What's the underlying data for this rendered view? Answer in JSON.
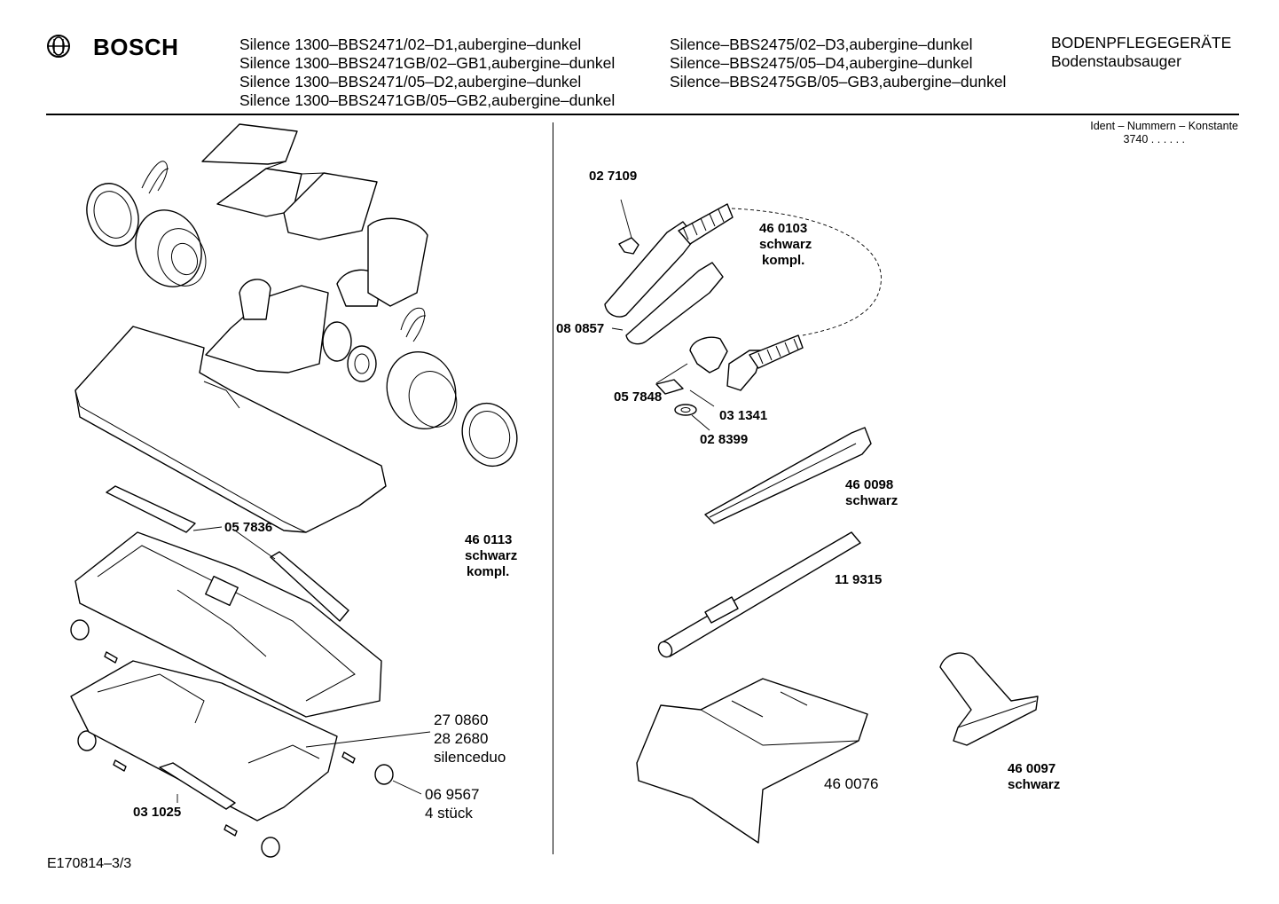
{
  "header": {
    "brand": "BOSCH",
    "models_left": [
      "Silence 1300–BBS2471/02–D1,aubergine–dunkel",
      "Silence 1300–BBS2471GB/02–GB1,aubergine–dunkel",
      "Silence 1300–BBS2471/05–D2,aubergine–dunkel",
      "Silence 1300–BBS2471GB/05–GB2,aubergine–dunkel"
    ],
    "models_right": [
      "Silence–BBS2475/02–D3,aubergine–dunkel",
      "Silence–BBS2475/05–D4,aubergine–dunkel",
      "Silence–BBS2475GB/05–GB3,aubergine–dunkel"
    ],
    "category": "BODENPFLEGEGERÄTE",
    "subcategory": "Bodenstaubsauger"
  },
  "ident": {
    "label": "Ident – Nummern – Konstante",
    "value": "3740  . .   . . . ."
  },
  "footer": {
    "code": "E170814–3/3"
  },
  "labels": {
    "p057836": "05 7836",
    "p460113_a": "46 0113",
    "p460113_b": "schwarz",
    "p460113_c": "kompl.",
    "p270860": "27 0860",
    "p282680": "28 2680",
    "silenceduo": "silenceduo",
    "p069567": "06 9567",
    "stueck": "4 stück",
    "p031025": "03 1025",
    "p027109": "02 7109",
    "p460103_a": "46 0103",
    "p460103_b": "schwarz",
    "p460103_c": "kompl.",
    "p080857": "08 0857",
    "p057848": "05 7848",
    "p031341": "03 1341",
    "p028399": "02 8399",
    "p460098_a": "46 0098",
    "p460098_b": "schwarz",
    "p119315": "11 9315",
    "p460076": "46 0076",
    "p460097_a": "46 0097",
    "p460097_b": "schwarz"
  },
  "icons": {
    "logo": "bosch-armature-logo-icon"
  }
}
